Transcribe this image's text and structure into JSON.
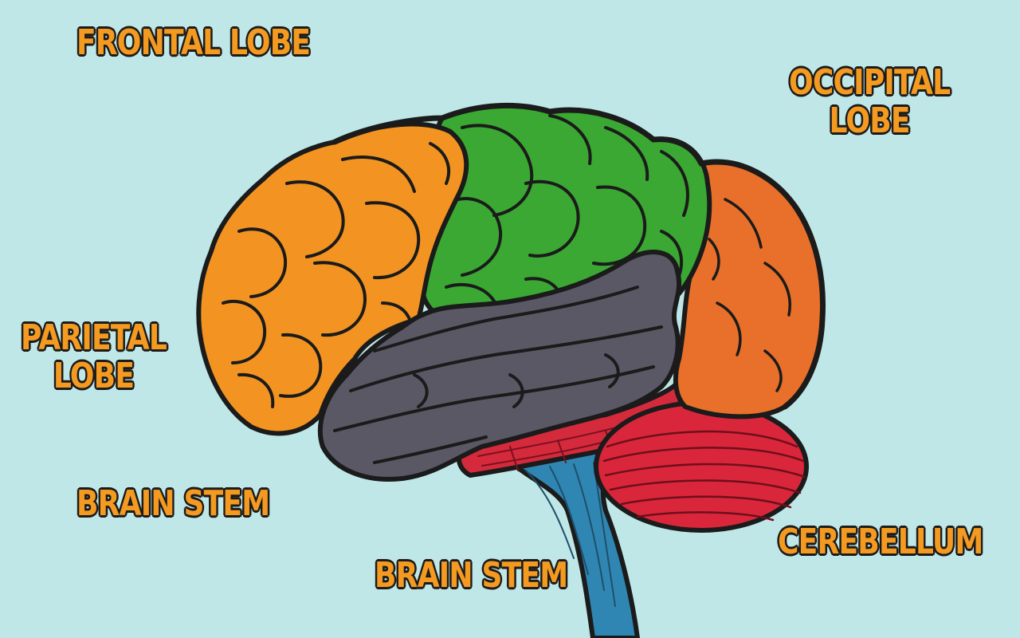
{
  "labels": {
    "frontal": [
      "FRONTAL LOBE"
    ],
    "occipital": [
      "OCCIPITAL",
      "LOBE"
    ],
    "parietal": [
      "PARIETAL",
      "LOBE"
    ],
    "brain_stem_left": [
      "BRAIN STEM"
    ],
    "brain_stem_bottom": [
      "BRAIN STEM"
    ],
    "cerebellum": [
      "CEREBELLUM"
    ]
  },
  "colors": {
    "background": "#bfe7e8",
    "label_fill": "#f49a20",
    "outline": "#1b1b1b",
    "frontal_region": "#f39422",
    "parietal_region": "#3aa832",
    "occipital_region": "#e8702a",
    "temporal_region": "#5b5866",
    "cerebellum_region": "#d9263a",
    "pons_region": "#d42a3c",
    "stem_region": "#2f86b3"
  }
}
